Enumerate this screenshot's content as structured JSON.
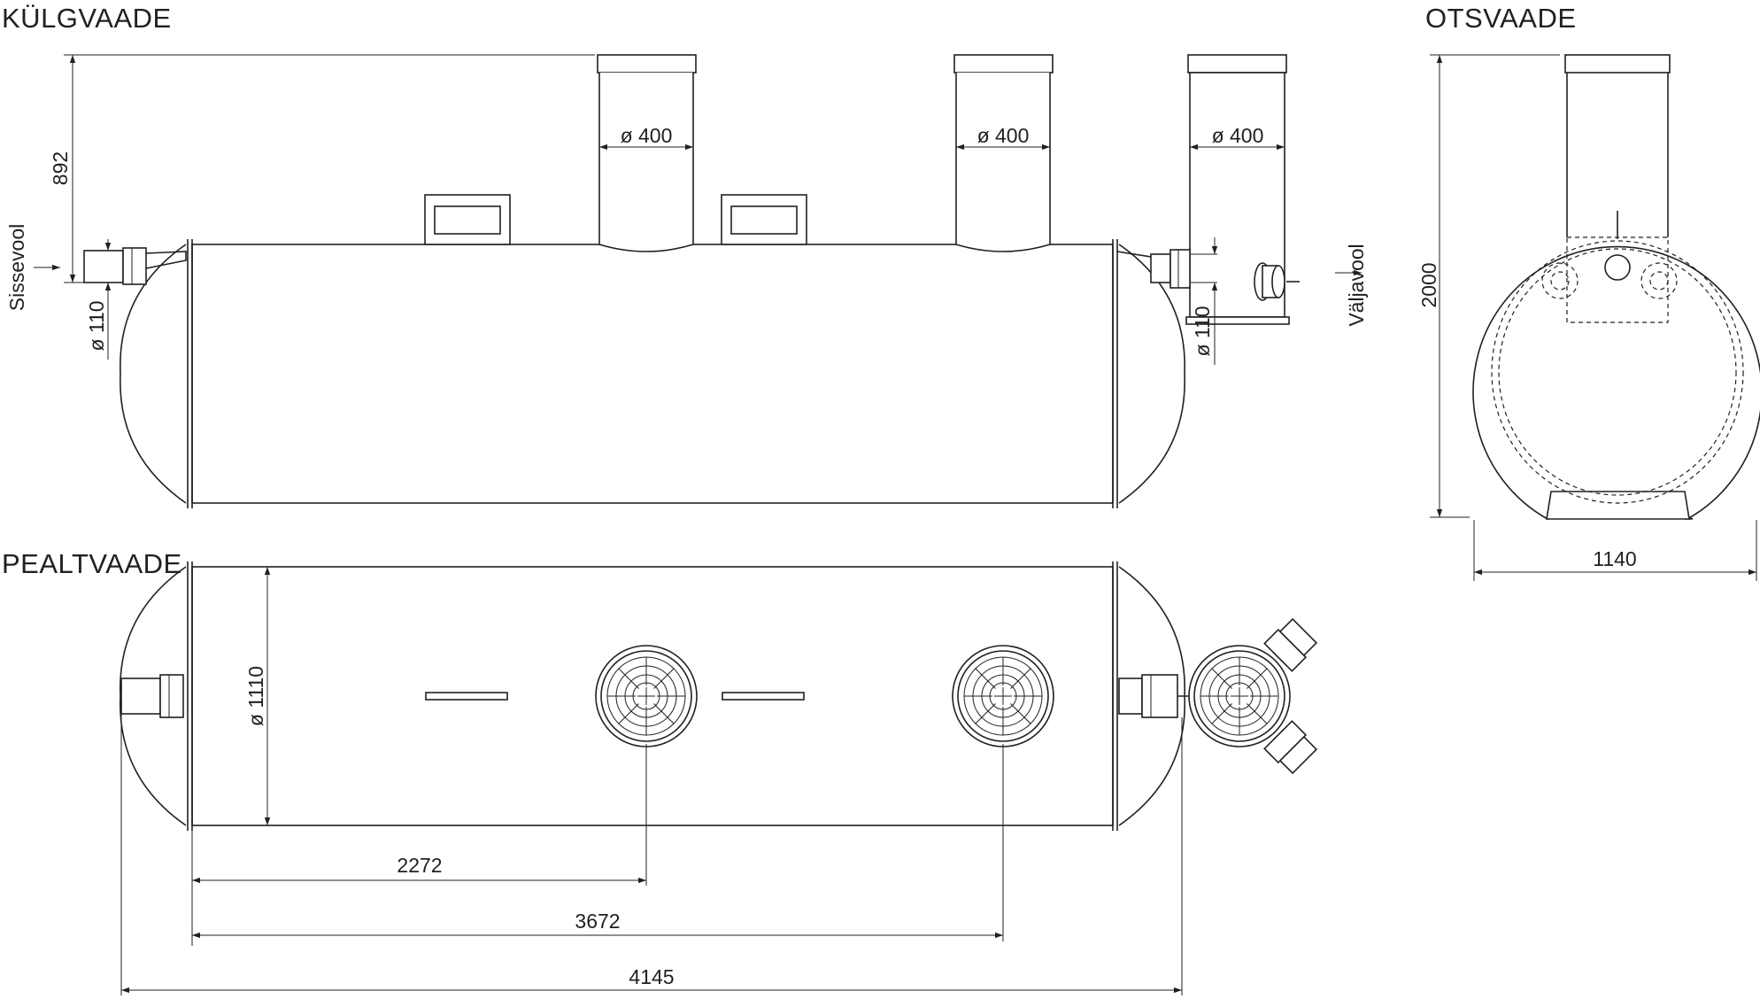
{
  "views": {
    "side": "KÜLGVAADE",
    "end": "OTSVAADE",
    "top": "PEALTVAADE"
  },
  "flow": {
    "inlet": "Sissevool",
    "outlet": "Väljavool"
  },
  "dimensions": {
    "riser_height": "892",
    "riser_dia_1": "ø 400",
    "riser_dia_2": "ø 400",
    "riser_dia_3": "ø 400",
    "inlet_dia": "ø 110",
    "outlet_dia": "ø 110",
    "tank_dia": "ø 1110",
    "overall_height": "2000",
    "overall_width": "1140",
    "dist_1": "2272",
    "dist_2": "3672",
    "overall_length": "4145"
  }
}
